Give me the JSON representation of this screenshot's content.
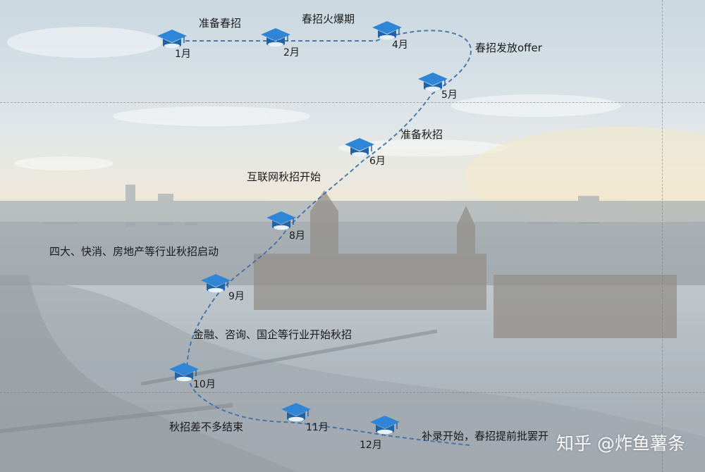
{
  "milestones": [
    {
      "month": "1月",
      "caption": ""
    },
    {
      "month": "2月",
      "caption": "准备春招"
    },
    {
      "month": "4月",
      "caption": "春招火爆期"
    },
    {
      "month": "5月",
      "caption": "春招发放offer"
    },
    {
      "month": "6月",
      "caption": "准备秋招"
    },
    {
      "month": "8月",
      "caption": "互联网秋招开始"
    },
    {
      "month": "9月",
      "caption": "四大、快消、房地产等行业秋招启动"
    },
    {
      "month": "10月",
      "caption": "金融、咨询、国企等行业开始秋招"
    },
    {
      "month": "11月",
      "caption": "秋招差不多结束"
    },
    {
      "month": "12月",
      "caption": "补录开始，春招提前批罢开"
    }
  ],
  "watermark": "知乎 @炸鱼薯条",
  "colors": {
    "path": "#3d6fa8",
    "cap": "#2f86d6",
    "cap_dark": "#1f63a8",
    "cap_base": "#e9f1f8"
  },
  "icon": "graduation-cap-icon"
}
